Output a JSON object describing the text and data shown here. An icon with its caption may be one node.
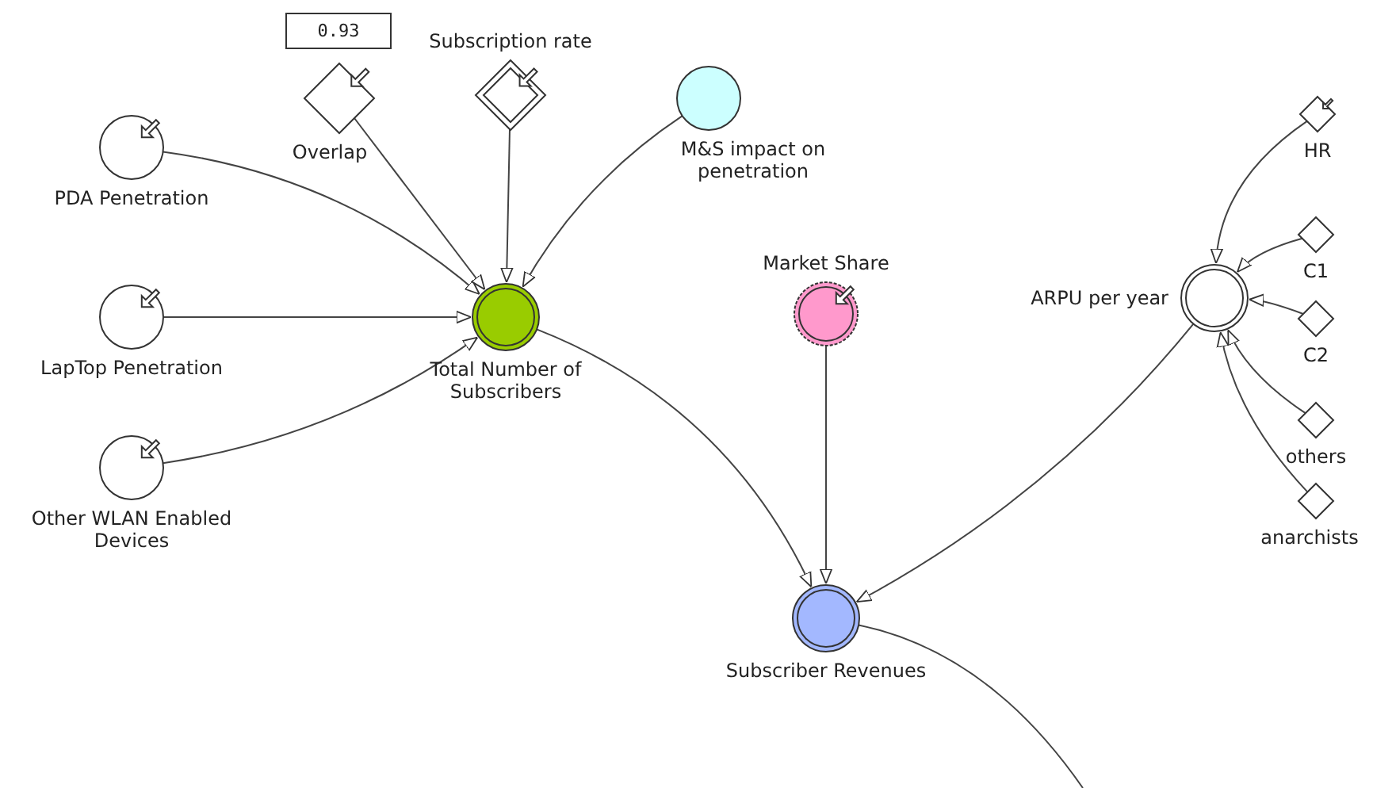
{
  "diagram": {
    "nodes": [
      {
        "text": [
          "0.93"
        ]
      },
      {
        "text": [
          "Overlap"
        ]
      },
      {
        "text": [
          "Subscription rate"
        ]
      },
      {
        "text": [
          "M&S impact on penetration"
        ]
      },
      {
        "text": [
          "PDA Penetration"
        ]
      },
      {
        "text": [
          "LapTop Penetration"
        ]
      },
      {
        "text": [
          "Other WLAN Enabled Devices"
        ]
      },
      {
        "text": [
          "Total Number of Subscribers"
        ]
      },
      {
        "text": [
          "Market Share"
        ]
      },
      {
        "text": [
          "ARPU per year"
        ]
      },
      {
        "text": [
          "HR"
        ]
      },
      {
        "text": [
          "C1"
        ]
      },
      {
        "text": [
          "C2"
        ]
      },
      {
        "text": [
          "others"
        ]
      },
      {
        "text": [
          "anarchists"
        ]
      },
      {
        "text": [
          "Subscriber Revenues"
        ]
      }
    ],
    "edges": [
      {
        "from": 4,
        "to": 7,
        "arrow": "to"
      },
      {
        "from": 1,
        "to": 7,
        "arrow": "to"
      },
      {
        "from": 2,
        "to": 7,
        "arrow": "to"
      },
      {
        "from": 3,
        "to": 7,
        "arrow": "to"
      },
      {
        "from": 5,
        "to": 7,
        "arrow": "to"
      },
      {
        "from": 6,
        "to": 7,
        "arrow": "to"
      },
      {
        "from": 7,
        "to": 15,
        "arrow": "to"
      },
      {
        "from": 8,
        "to": 15,
        "arrow": "to"
      },
      {
        "from": 9,
        "to": 15,
        "arrow": "to"
      },
      {
        "from": 10,
        "to": 9,
        "arrow": "to"
      },
      {
        "from": 11,
        "to": 9,
        "arrow": "to"
      },
      {
        "from": 12,
        "to": 9,
        "arrow": "to"
      },
      {
        "from": 13,
        "to": 9,
        "arrow": "to"
      },
      {
        "from": 14,
        "to": 9,
        "arrow": "to"
      },
      {
        "from": 15,
        "to": null,
        "arrow": "none"
      }
    ]
  }
}
